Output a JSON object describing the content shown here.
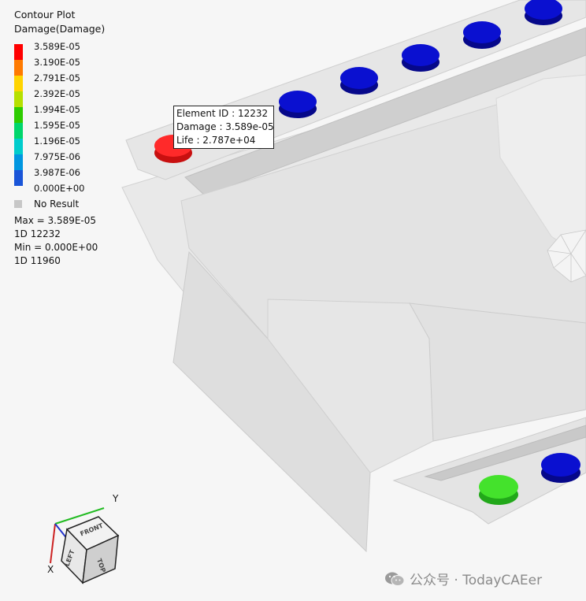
{
  "legend": {
    "title": "Contour Plot",
    "subtitle": "Damage(Damage)",
    "levels": [
      "3.589E-05",
      "3.190E-05",
      "2.791E-05",
      "2.392E-05",
      "1.994E-05",
      "1.595E-05",
      "1.196E-05",
      "7.975E-06",
      "3.987E-06",
      "0.000E+00"
    ],
    "colors": [
      "#ff0000",
      "#ff7a00",
      "#ffd400",
      "#b6e000",
      "#2ecc00",
      "#00d66b",
      "#00cccc",
      "#0096e0",
      "#1a55d8",
      "#0000c8"
    ],
    "no_result": "No Result",
    "max_line": "Max =  3.589E-05",
    "max_id": "1D 12232",
    "min_line": "Min =  0.000E+00",
    "min_id": "1D 11960"
  },
  "probe": {
    "element": "Element ID : 12232",
    "damage": "Damage : 3.589e-05",
    "life": "Life : 2.787e+04"
  },
  "triad": {
    "y_label": "Y",
    "x_label": "X",
    "cube_front": "FRONT",
    "cube_left": "LEFT",
    "cube_top": "TOP"
  },
  "watermark": {
    "text": "公众号 · TodayCAEer"
  },
  "colors": {
    "max_weld": "#ff2020",
    "mid_weld": "#33dd22",
    "min_weld": "#0a10c8",
    "mesh": "#e4e4e4"
  }
}
